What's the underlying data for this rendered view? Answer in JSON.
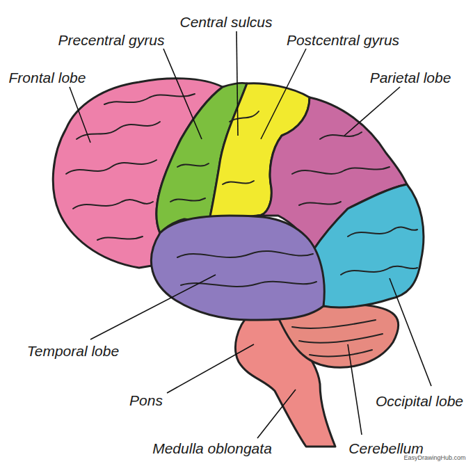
{
  "diagram": {
    "labels": [
      "Central sulcus",
      "Precentral gyrus",
      "Postcentral gyrus",
      "Frontal lobe",
      "Parietal lobe",
      "Temporal lobe",
      "Pons",
      "Occipital lobe",
      "Medulla oblongata",
      "Cerebellum",
      "EasyDrawingHub.com"
    ]
  }
}
